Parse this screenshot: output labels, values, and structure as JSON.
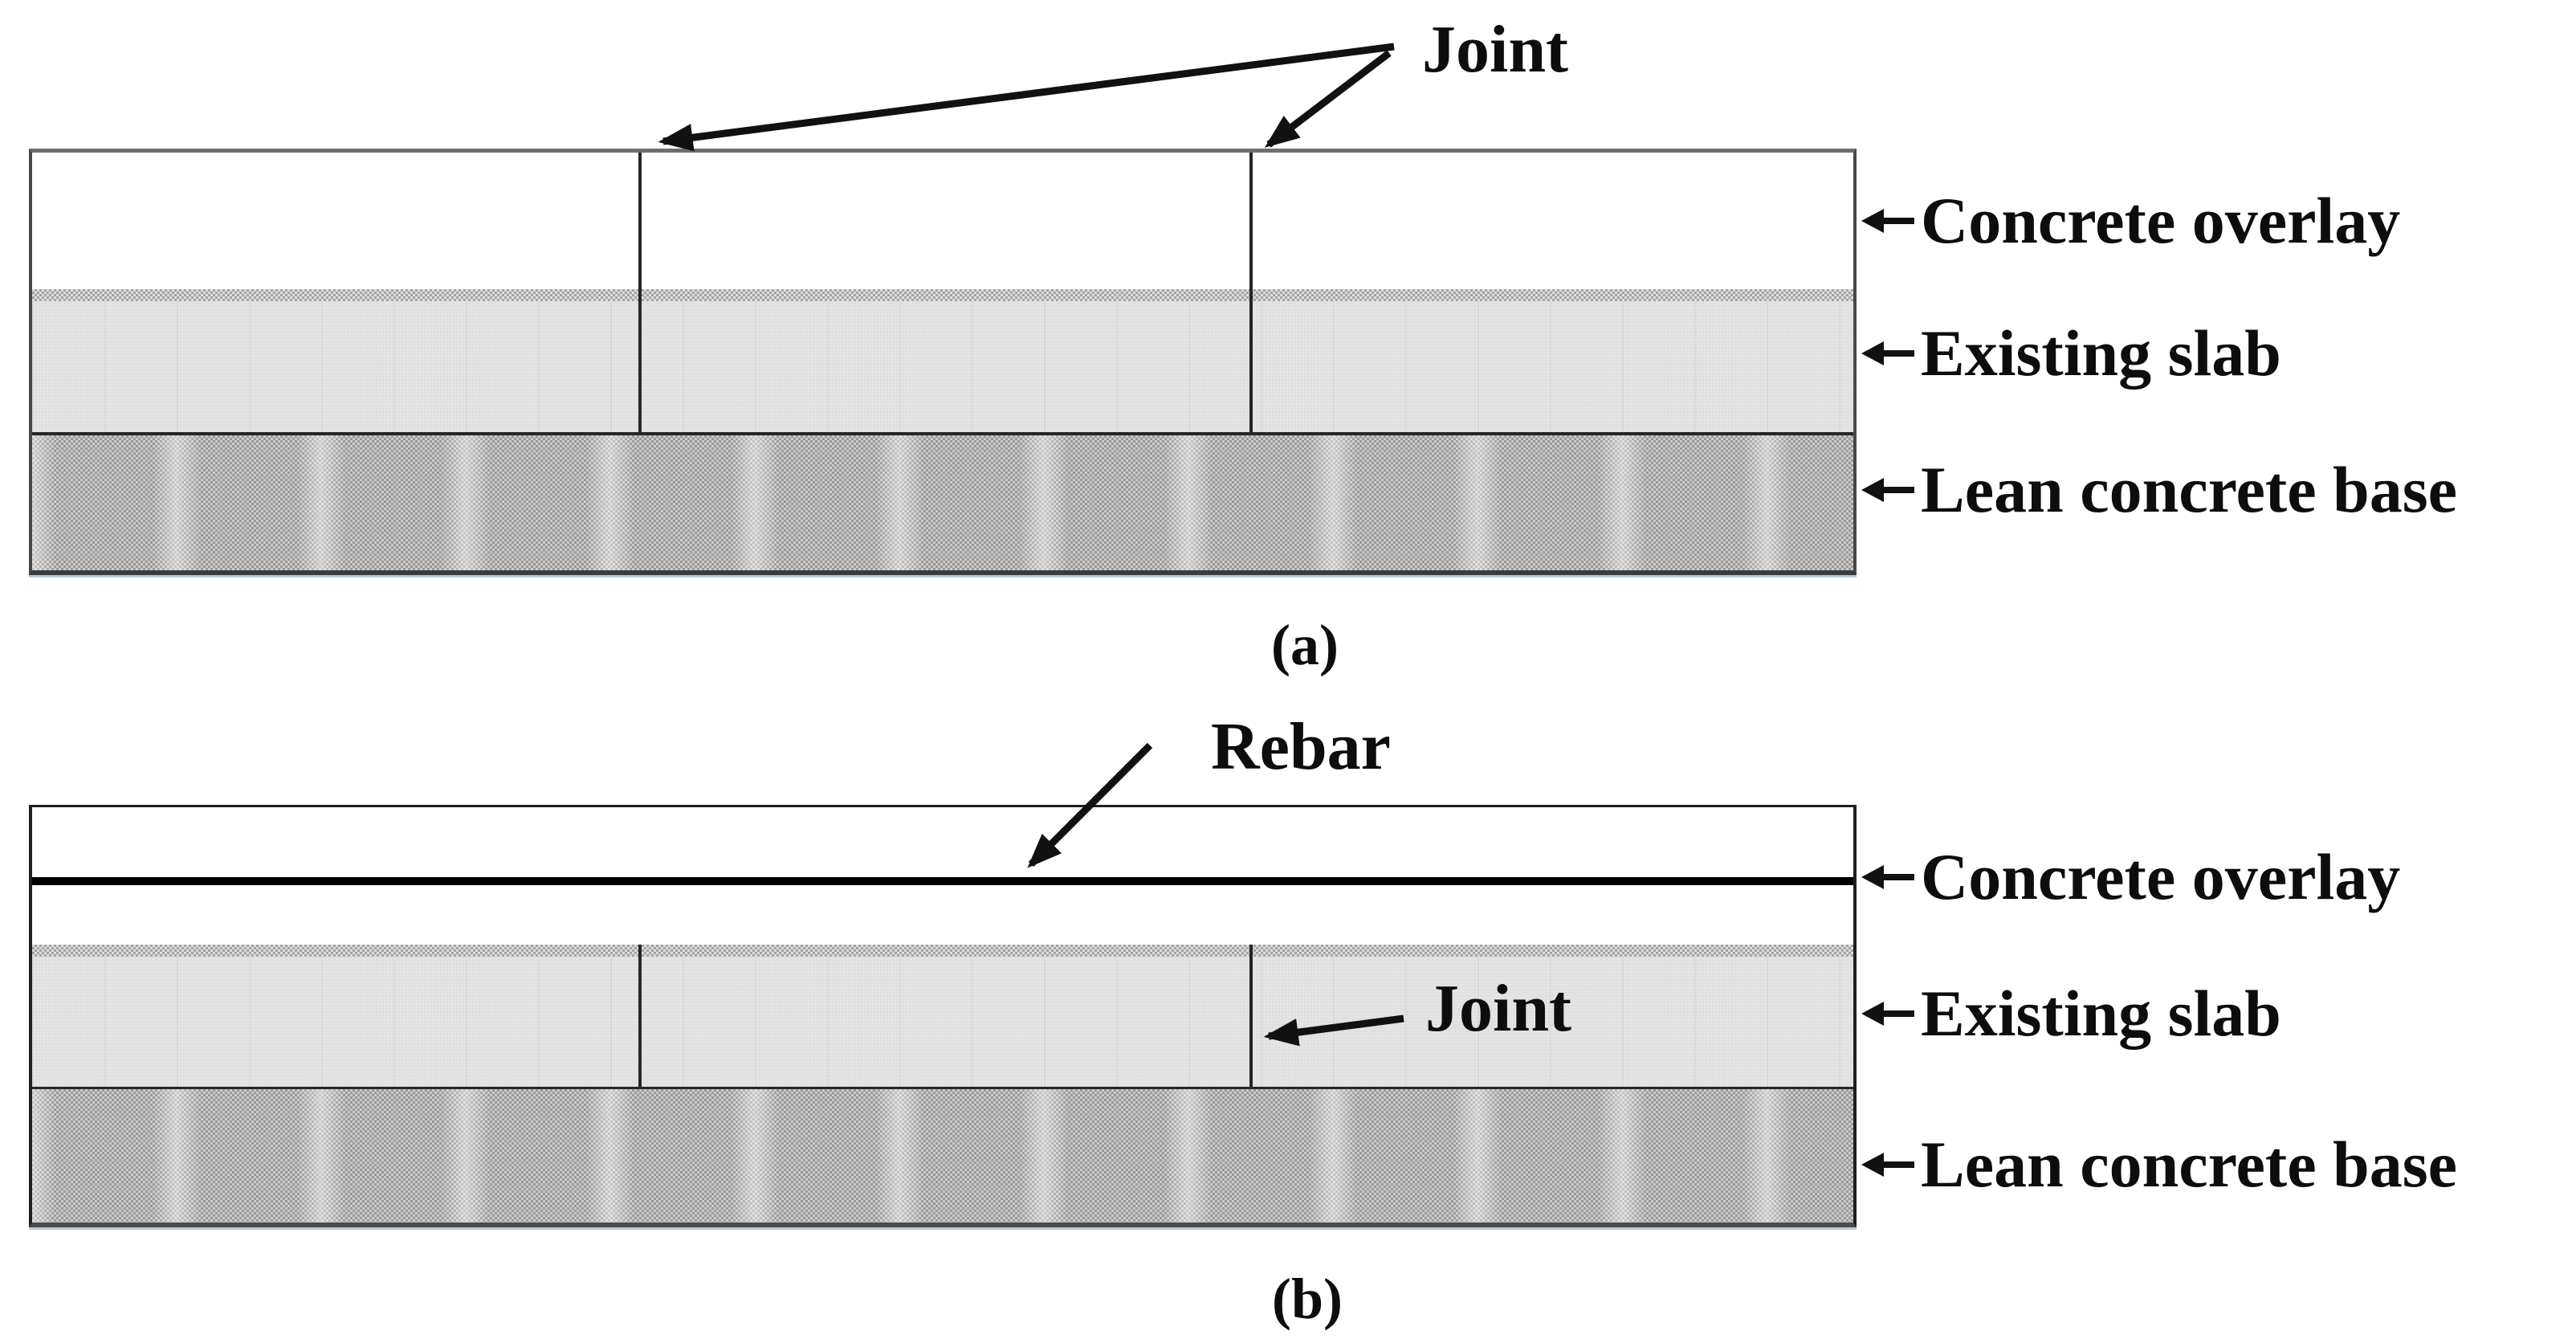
{
  "panel_a": {
    "caption": "(a)",
    "joint_annotation": "Joint",
    "labels": {
      "overlay": "Concrete overlay",
      "slab": "Existing slab",
      "base": "Lean concrete base"
    }
  },
  "panel_b": {
    "caption": "(b)",
    "rebar_annotation": "Rebar",
    "joint_annotation": "Joint",
    "labels": {
      "overlay": "Concrete overlay",
      "slab": "Existing slab",
      "base": "Lean concrete base"
    }
  },
  "colors": {
    "ink": "#111111",
    "overlay_fill": "#ffffff",
    "slab_fill": "#e6e6e6",
    "base_fill": "#c9c9c9",
    "panel_a_top_border": "#6e6e6e",
    "joint_line": "#262626",
    "rebar_line": "#000000",
    "bottom_edge_tint": "#adc7e0"
  }
}
